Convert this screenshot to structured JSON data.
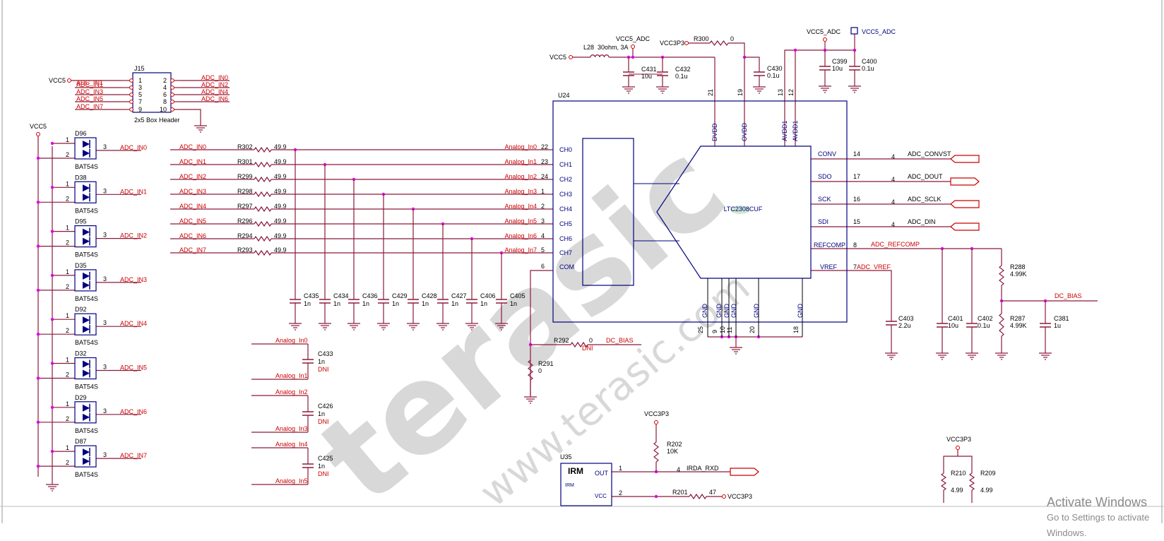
{
  "colors": {
    "wire": "#8b1a3a",
    "label": "#cc0000",
    "body": "#000080",
    "pin": "#000000",
    "junction": "#e000e0",
    "gnd": "#8b1a3a",
    "watermark": "#d8d8d8",
    "bubble": "#cfe8cf"
  },
  "watermark": {
    "text": "terasic",
    "sub": "www.terasic.com"
  },
  "power": {
    "vcc5": "VCC5",
    "vcc5_adc": "VCC5_ADC",
    "vcc3p3": "VCC3P3"
  },
  "j15": {
    "ref": "J15",
    "desc": "2x5 Box Header",
    "pins_left": [
      "1",
      "3",
      "5",
      "7",
      "9"
    ],
    "pins_right": [
      "2",
      "4",
      "6",
      "8",
      "10"
    ],
    "nets_left": [
      "ADC_IN1",
      "ADC_IN3",
      "ADC_IN5",
      "ADC_IN7"
    ],
    "nets_right": [
      "ADC_IN0",
      "ADC_IN2",
      "ADC_IN4",
      "ADC_IN6"
    ]
  },
  "diodes": [
    {
      "ref": "D96",
      "part": "BAT54S",
      "net": "ADC_IN0"
    },
    {
      "ref": "D38",
      "part": "BAT54S",
      "net": "ADC_IN1"
    },
    {
      "ref": "D95",
      "part": "BAT54S",
      "net": "ADC_IN2"
    },
    {
      "ref": "D35",
      "part": "BAT54S",
      "net": "ADC_IN3"
    },
    {
      "ref": "D92",
      "part": "BAT54S",
      "net": "ADC_IN4"
    },
    {
      "ref": "D32",
      "part": "BAT54S",
      "net": "ADC_IN5"
    },
    {
      "ref": "D29",
      "part": "BAT54S",
      "net": "ADC_IN6"
    },
    {
      "ref": "D87",
      "part": "BAT54S",
      "net": "ADC_IN7"
    }
  ],
  "diode_pins": [
    "1",
    "2",
    "3"
  ],
  "channels": [
    {
      "in": "ADC_IN0",
      "res": "R302",
      "val": "49.9",
      "analog": "Analog_In0",
      "pin": "22",
      "ch": "CH0",
      "cap": "C435",
      "cval": "1n"
    },
    {
      "in": "ADC_IN1",
      "res": "R301",
      "val": "49.9",
      "analog": "Analog_In1",
      "pin": "23",
      "ch": "CH1",
      "cap": "C434",
      "cval": "1n"
    },
    {
      "in": "ADC_IN2",
      "res": "R299",
      "val": "49.9",
      "analog": "Analog_In2",
      "pin": "24",
      "ch": "CH2",
      "cap": "C436",
      "cval": "1n"
    },
    {
      "in": "ADC_IN3",
      "res": "R298",
      "val": "49.9",
      "analog": "Analog_In3",
      "pin": "1",
      "ch": "CH3",
      "cap": "C429",
      "cval": "1n"
    },
    {
      "in": "ADC_IN4",
      "res": "R297",
      "val": "49.9",
      "analog": "Analog_In4",
      "pin": "2",
      "ch": "CH4",
      "cap": "C428",
      "cval": "1n"
    },
    {
      "in": "ADC_IN5",
      "res": "R296",
      "val": "49.9",
      "analog": "Analog_In5",
      "pin": "3",
      "ch": "CH5",
      "cap": "C427",
      "cval": "1n"
    },
    {
      "in": "ADC_IN6",
      "res": "R294",
      "val": "49.9",
      "analog": "Analog_In6",
      "pin": "4",
      "ch": "CH6",
      "cap": "C406",
      "cval": "1n"
    },
    {
      "in": "ADC_IN7",
      "res": "R293",
      "val": "49.9",
      "analog": "Analog_In7",
      "pin": "5",
      "ch": "CH7",
      "cap": "C405",
      "cval": "1n"
    }
  ],
  "u24": {
    "ref": "U24",
    "part": "LTC2308CUF",
    "com_pin": "6",
    "com": "COM",
    "top_pins": [
      {
        "num": "21",
        "name": "DVDD"
      },
      {
        "num": "19",
        "name": "OVDD"
      },
      {
        "num": "13",
        "name": "AVDD1"
      },
      {
        "num": "12",
        "name": "AVDD1"
      }
    ],
    "right_pins": [
      {
        "name": "CONV",
        "num": "14",
        "sheet": "4",
        "net": "ADC_CONVST"
      },
      {
        "name": "SDO",
        "num": "17",
        "sheet": "4",
        "net": "ADC_DOUT"
      },
      {
        "name": "SCK",
        "num": "16",
        "sheet": "4",
        "net": "ADC_SCLK"
      },
      {
        "name": "SDI",
        "num": "15",
        "sheet": "4",
        "net": "ADC_DIN"
      }
    ],
    "refcomp": {
      "name": "REFCOMP",
      "num": "8",
      "net": "ADC_REFCOMP"
    },
    "vref": {
      "name": "VREF",
      "num": "7",
      "net": "ADC_VREF"
    },
    "gnd_name": "GND",
    "gnd_pins": [
      "25",
      "9",
      "10",
      "11",
      "20",
      "18"
    ]
  },
  "power_parts": {
    "l28": {
      "ref": "L28",
      "val": "30ohm, 3A"
    },
    "r300": {
      "ref": "R300",
      "val": "0"
    },
    "c431": {
      "ref": "C431",
      "val": "10u"
    },
    "c432": {
      "ref": "C432",
      "val": "0.1u"
    },
    "c430": {
      "ref": "C430",
      "val": "0.1u"
    },
    "c399": {
      "ref": "C399",
      "val": "10u"
    },
    "c400": {
      "ref": "C400",
      "val": "0.1u"
    }
  },
  "ref_parts": {
    "c403": {
      "ref": "C403",
      "val": "2.2u"
    },
    "c401": {
      "ref": "C401",
      "val": "10u"
    },
    "c402": {
      "ref": "C402",
      "val": "0.1u"
    },
    "r288": {
      "ref": "R288",
      "val": "4.99K"
    },
    "r287": {
      "ref": "R287",
      "val": "4.99K"
    },
    "c381": {
      "ref": "C381",
      "val": "1u"
    },
    "dc_bias": "DC_BIAS"
  },
  "com_parts": {
    "r292": {
      "ref": "R292",
      "val": "0",
      "dni": "DNI"
    },
    "r291": {
      "ref": "R291",
      "val": "0"
    },
    "dc_bias": "DC_BIAS"
  },
  "diff_caps": [
    {
      "top": "Analog_In0",
      "bot": "Analog_In1",
      "ref": "C433",
      "val": "1n",
      "dni": "DNI"
    },
    {
      "top": "Analog_In2",
      "bot": "Analog_In3",
      "ref": "C426",
      "val": "1n",
      "dni": "DNI"
    },
    {
      "top": "Analog_In4",
      "bot": "Analog_In5",
      "ref": "C425",
      "val": "1n",
      "dni": "DNI"
    }
  ],
  "irda": {
    "ref": "U35",
    "name": "IRM",
    "inner": "IRM",
    "out": "OUT",
    "vcc": "VCC",
    "pin_out": "1",
    "pin_vcc": "2",
    "sheet": "4",
    "net": "IRDA_RXD",
    "r202": {
      "ref": "R202",
      "val": "10K"
    },
    "r201": {
      "ref": "R201",
      "val": "47"
    }
  },
  "bottom_right": {
    "r210": {
      "ref": "R210",
      "val": "4.99"
    },
    "r209": {
      "ref": "R209",
      "val": "4.99"
    }
  },
  "os": {
    "activate": "Activate Windows",
    "goto": "Go to Settings to activate Windows."
  }
}
